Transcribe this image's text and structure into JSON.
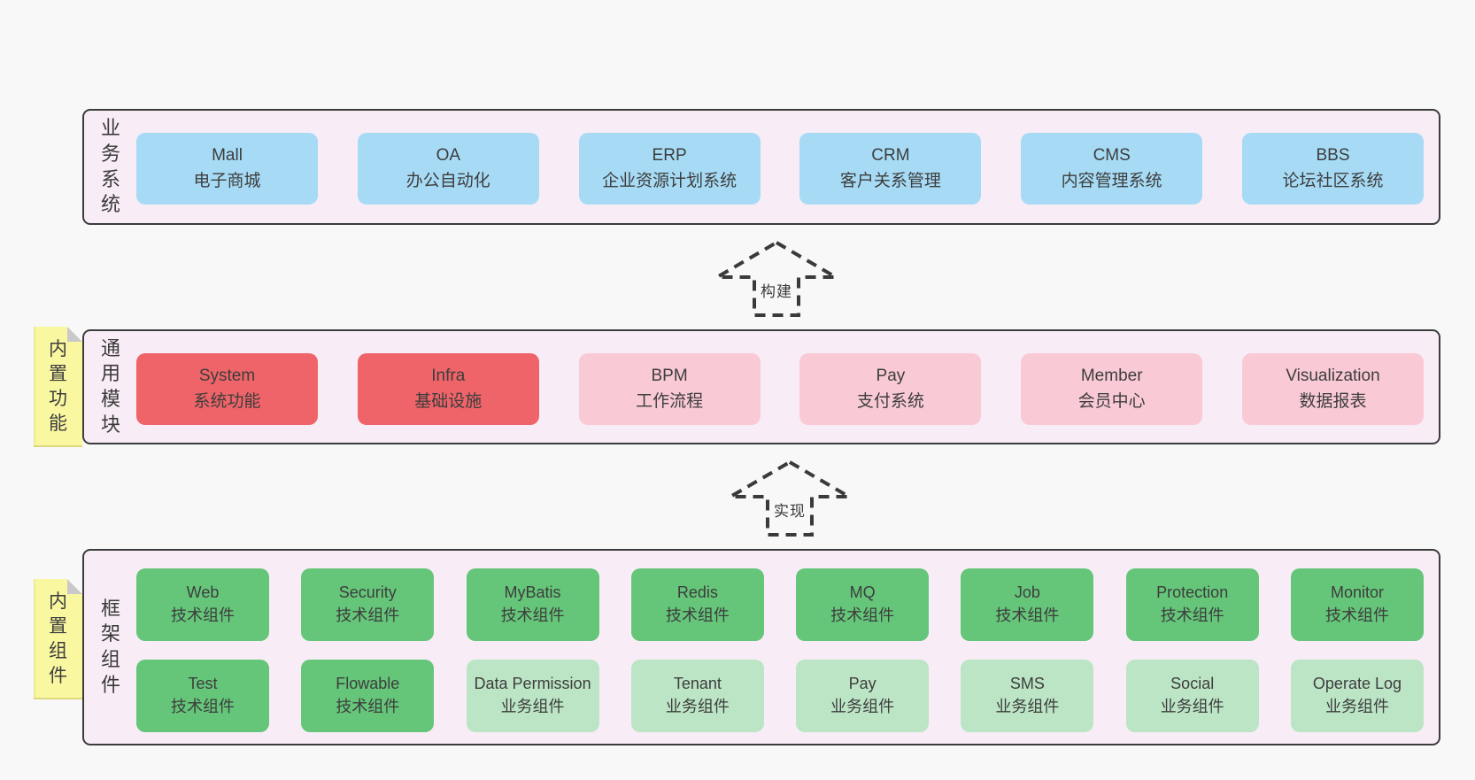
{
  "palette": {
    "page_bg": "#f8f8f8",
    "section_bg": "#f8edf6",
    "section_border": "#3c3c3c",
    "blue": "#a7dbf5",
    "red": "#ef6468",
    "pink": "#f9cad5",
    "green": "#65c67a",
    "light_green": "#bce5c6",
    "sticky_yellow": "#f9f7a0",
    "sticky_fold": "#c9c9c9",
    "text": "#3d3d3d"
  },
  "arrows": [
    {
      "label": "构建"
    },
    {
      "label": "实现"
    }
  ],
  "sections": [
    {
      "id": "business-systems",
      "side_label": "业\n务\n系\n统",
      "boxes": [
        {
          "en": "Mall",
          "zh": "电子商城",
          "variant": "blue"
        },
        {
          "en": "OA",
          "zh": "办公自动化",
          "variant": "blue"
        },
        {
          "en": "ERP",
          "zh": "企业资源计划系统",
          "variant": "blue"
        },
        {
          "en": "CRM",
          "zh": "客户关系管理",
          "variant": "blue"
        },
        {
          "en": "CMS",
          "zh": "内容管理系统",
          "variant": "blue"
        },
        {
          "en": "BBS",
          "zh": "论坛社区系统",
          "variant": "blue"
        }
      ]
    },
    {
      "id": "common-modules",
      "side_label": "通\n用\n模\n块",
      "sticky": "内\n置\n功\n能",
      "boxes": [
        {
          "en": "System",
          "zh": "系统功能",
          "variant": "red"
        },
        {
          "en": "Infra",
          "zh": "基础设施",
          "variant": "red"
        },
        {
          "en": "BPM",
          "zh": "工作流程",
          "variant": "pink"
        },
        {
          "en": "Pay",
          "zh": "支付系统",
          "variant": "pink"
        },
        {
          "en": "Member",
          "zh": "会员中心",
          "variant": "pink"
        },
        {
          "en": "Visualization",
          "zh": "数据报表",
          "variant": "pink"
        }
      ]
    },
    {
      "id": "framework-components",
      "side_label": "框\n架\n组\n件",
      "sticky": "内\n置\n组\n件",
      "rows": [
        {
          "boxes": [
            {
              "en": "Web",
              "zh": "技术组件",
              "variant": "green"
            },
            {
              "en": "Security",
              "zh": "技术组件",
              "variant": "green"
            },
            {
              "en": "MyBatis",
              "zh": "技术组件",
              "variant": "green"
            },
            {
              "en": "Redis",
              "zh": "技术组件",
              "variant": "green"
            },
            {
              "en": "MQ",
              "zh": "技术组件",
              "variant": "green"
            },
            {
              "en": "Job",
              "zh": "技术组件",
              "variant": "green"
            },
            {
              "en": "Protection",
              "zh": "技术组件",
              "variant": "green"
            },
            {
              "en": "Monitor",
              "zh": "技术组件",
              "variant": "green"
            }
          ]
        },
        {
          "boxes": [
            {
              "en": "Test",
              "zh": "技术组件",
              "variant": "green"
            },
            {
              "en": "Flowable",
              "zh": "技术组件",
              "variant": "green"
            },
            {
              "en": "Data Permission",
              "zh": "业务组件",
              "variant": "lightgreen"
            },
            {
              "en": "Tenant",
              "zh": "业务组件",
              "variant": "lightgreen"
            },
            {
              "en": "Pay",
              "zh": "业务组件",
              "variant": "lightgreen"
            },
            {
              "en": "SMS",
              "zh": "业务组件",
              "variant": "lightgreen"
            },
            {
              "en": "Social",
              "zh": "业务组件",
              "variant": "lightgreen"
            },
            {
              "en": "Operate Log",
              "zh": "业务组件",
              "variant": "lightgreen"
            }
          ]
        }
      ]
    }
  ]
}
